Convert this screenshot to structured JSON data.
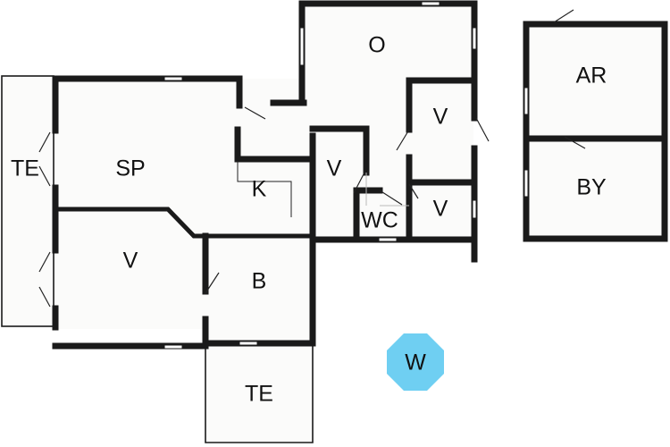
{
  "rooms": {
    "te_left": "TE",
    "sp": "SP",
    "v_bedroom": "V",
    "k": "K",
    "b": "B",
    "te_bottom": "TE",
    "o": "O",
    "v_middle": "V",
    "wc": "WC",
    "v_right_top": "V",
    "v_right_bottom": "V",
    "ar": "AR",
    "by": "BY"
  },
  "marker": {
    "label": "W",
    "color": "#6fcff2"
  }
}
